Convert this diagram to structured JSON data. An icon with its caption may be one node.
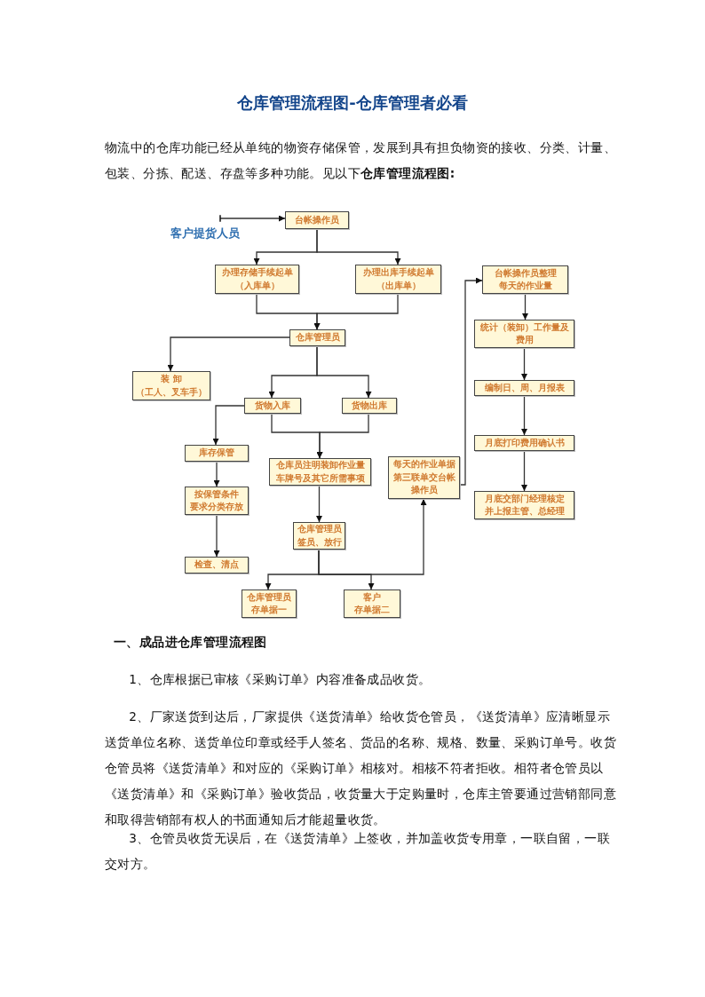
{
  "diagram": {
    "title": "仓库管理流程图-仓库管理者必看",
    "nodes": [
      {
        "text": [
          "客户提货人员"
        ]
      },
      {
        "text": [
          "台帐操作员"
        ]
      },
      {
        "text": [
          "办理存储手续起单（入库单）"
        ]
      },
      {
        "text": [
          "办理出库手续起单（出库单）"
        ]
      },
      {
        "text": [
          "仓库管理员"
        ]
      },
      {
        "text": [
          "装 卸（工人、叉车手）"
        ]
      },
      {
        "text": [
          "货物入库"
        ]
      },
      {
        "text": [
          "货物出库"
        ]
      },
      {
        "text": [
          "库存保管"
        ]
      },
      {
        "text": [
          "仓库员注明装卸作业量车牌号及其它所需事项"
        ]
      },
      {
        "text": [
          "按保管条件要求分类存放"
        ]
      },
      {
        "text": [
          "仓库管理员签员、放行"
        ]
      },
      {
        "text": [
          "检查、清点"
        ]
      },
      {
        "text": [
          "仓库管理员存单据一"
        ]
      },
      {
        "text": [
          "客户存单据二"
        ]
      },
      {
        "text": [
          "每天的作业单据第三联单交台帐操作员"
        ]
      },
      {
        "text": [
          "台帐操作员整理每天的作业量"
        ]
      },
      {
        "text": [
          "统计（装卸）工作量及费用"
        ]
      },
      {
        "text": [
          "编制日、周、月报表"
        ]
      },
      {
        "text": [
          "月底打印费用确认书"
        ]
      },
      {
        "text": [
          "月底交部门经理核定并上报主管、总经理"
        ]
      }
    ],
    "edges": [
      {
        "from": 0,
        "to": 1,
        "arrow": "to"
      },
      {
        "from": 1,
        "to": 2,
        "arrow": "to"
      },
      {
        "from": 1,
        "to": 3,
        "arrow": "to"
      },
      {
        "from": 2,
        "to": 4,
        "arrow": "to"
      },
      {
        "from": 3,
        "to": 4,
        "arrow": "to"
      },
      {
        "from": 4,
        "to": 5,
        "arrow": "to"
      },
      {
        "from": 4,
        "to": 6,
        "arrow": "to"
      },
      {
        "from": 4,
        "to": 7,
        "arrow": "to"
      },
      {
        "from": 6,
        "to": 8,
        "arrow": "to"
      },
      {
        "from": 6,
        "to": 9,
        "arrow": "to"
      },
      {
        "from": 7,
        "to": 9,
        "arrow": "to"
      },
      {
        "from": 8,
        "to": 10,
        "arrow": "to"
      },
      {
        "from": 9,
        "to": 11,
        "arrow": "to"
      },
      {
        "from": 10,
        "to": 12,
        "arrow": "to"
      },
      {
        "from": 11,
        "to": 13,
        "arrow": "to"
      },
      {
        "from": 11,
        "to": 14,
        "arrow": "to"
      },
      {
        "from": 11,
        "to": 15,
        "arrow": "to"
      },
      {
        "from": 15,
        "to": 16,
        "arrow": "to"
      },
      {
        "from": 16,
        "to": 17,
        "arrow": "to"
      },
      {
        "from": 17,
        "to": 18,
        "arrow": "to"
      },
      {
        "from": 18,
        "to": 19,
        "arrow": "to"
      },
      {
        "from": 19,
        "to": 20,
        "arrow": "to"
      }
    ],
    "labels": [
      "物流中的仓库功能已经从单纯的物资存储保管，发展到具有担负物资的接收、分类、计量、包装、分拣、配送、存盘等多种功能。见以下**仓库管理流程图:**",
      "一、成品进仓库管理流程图",
      "1、仓库根据已审核《采购订单》内容准备成品收货。",
      "2、厂家送货到达后，厂家提供《送货清单》给收货仓管员，《送货清单》应清晰显示送货单位名称、送货单位印章或经手人签名、货品的名称、规格、数量、采购订单号。收货仓管员将《送货清单》和对应的《采购订单》相核对。相核不符者拒收。相符者仓管员以《送货清单》和《采购订单》验收货品，收货量大于定购量时，仓库主管要通过营销部同意和取得营销部有权人的书面通知后才能超量收货。",
      "3、仓管员收货无误后，在《送货清单》上签收，并加盖收货专用章，一联自留，一联交对方。"
    ]
  }
}
